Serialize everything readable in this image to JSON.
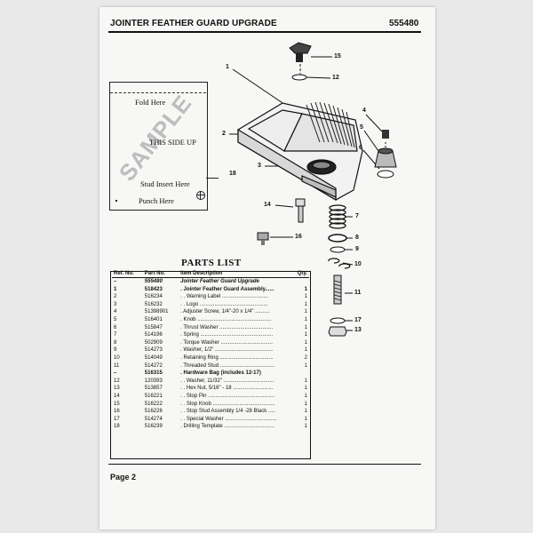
{
  "header": {
    "title": "JOINTER FEATHER GUARD UPGRADE",
    "number": "555480"
  },
  "template": {
    "watermark": "SAMPLE",
    "fold_here": "Fold Here",
    "this_side_up": "THIS SIDE UP",
    "stud_insert_here": "Stud Insert Here",
    "punch_here": "Punch Here",
    "callout": "18"
  },
  "callouts": [
    "1",
    "2",
    "3",
    "4",
    "5",
    "6",
    "7",
    "8",
    "9",
    "10",
    "11",
    "12",
    "13",
    "14",
    "15",
    "16",
    "17"
  ],
  "parts_list": {
    "title": "PARTS LIST",
    "headers": {
      "ref": "Ref. No.",
      "part": "Part No.",
      "desc": "Item Description",
      "qty": "Qty."
    },
    "rows": [
      {
        "ref": "–",
        "part": "555480",
        "desc": "Jointer Feather Guard Upgrade",
        "qty": "",
        "style": "ital"
      },
      {
        "ref": "1",
        "part": "518423",
        "desc": ". Jointer Feather Guard Assembly......",
        "qty": "1",
        "style": "bold"
      },
      {
        "ref": "2",
        "part": "516234",
        "desc": ". . Warning Label ...............................",
        "qty": "1",
        "style": ""
      },
      {
        "ref": "3",
        "part": "516232",
        "desc": ". . Logo ..............................................",
        "qty": "1",
        "style": ""
      },
      {
        "ref": "4",
        "part": "51398901",
        "desc": ". Adjuster Screw, 1/4\"-20 x 1/4\" ..........",
        "qty": "1",
        "style": ""
      },
      {
        "ref": "5",
        "part": "516401",
        "desc": ". Knob ..................................................",
        "qty": "1",
        "style": ""
      },
      {
        "ref": "6",
        "part": "515847",
        "desc": ". Thrust Washer ....................................",
        "qty": "1",
        "style": ""
      },
      {
        "ref": "7",
        "part": "514196",
        "desc": ". Spring .................................................",
        "qty": "1",
        "style": ""
      },
      {
        "ref": "8",
        "part": "502909",
        "desc": ". Torque Washer ...................................",
        "qty": "1",
        "style": ""
      },
      {
        "ref": "9",
        "part": "514273",
        "desc": ". Washer, 1/2\" .......................................",
        "qty": "1",
        "style": ""
      },
      {
        "ref": "10",
        "part": "514049",
        "desc": ". Retaining Ring ....................................",
        "qty": "2",
        "style": ""
      },
      {
        "ref": "11",
        "part": "514272",
        "desc": ". Threaded Stud .....................................",
        "qty": "1",
        "style": ""
      },
      {
        "ref": "–",
        "part": "516315",
        "desc": ". Hardware Bag (includes 12-17)",
        "qty": "",
        "style": "bold"
      },
      {
        "ref": "12",
        "part": "120393",
        "desc": ". . Washer, 11/32\" ..................................",
        "qty": "1",
        "style": ""
      },
      {
        "ref": "13",
        "part": "513857",
        "desc": ". . Hex Nut, 5/16\" - 18 ...........................",
        "qty": "1",
        "style": ""
      },
      {
        "ref": "14",
        "part": "516221",
        "desc": ". . Stop Pin .............................................",
        "qty": "1",
        "style": ""
      },
      {
        "ref": "15",
        "part": "516222",
        "desc": ". . Stop Knob ..........................................",
        "qty": "1",
        "style": ""
      },
      {
        "ref": "16",
        "part": "516226",
        "desc": ". . Stop Stud Assembly 1/4 -28 Black .....",
        "qty": "1",
        "style": ""
      },
      {
        "ref": "17",
        "part": "514274",
        "desc": ". . Special Washer ...................................",
        "qty": "1",
        "style": ""
      },
      {
        "ref": "18",
        "part": "516239",
        "desc": ". Drilling Template ..................................",
        "qty": "1",
        "style": ""
      }
    ]
  },
  "footer": {
    "page": "Page 2"
  }
}
